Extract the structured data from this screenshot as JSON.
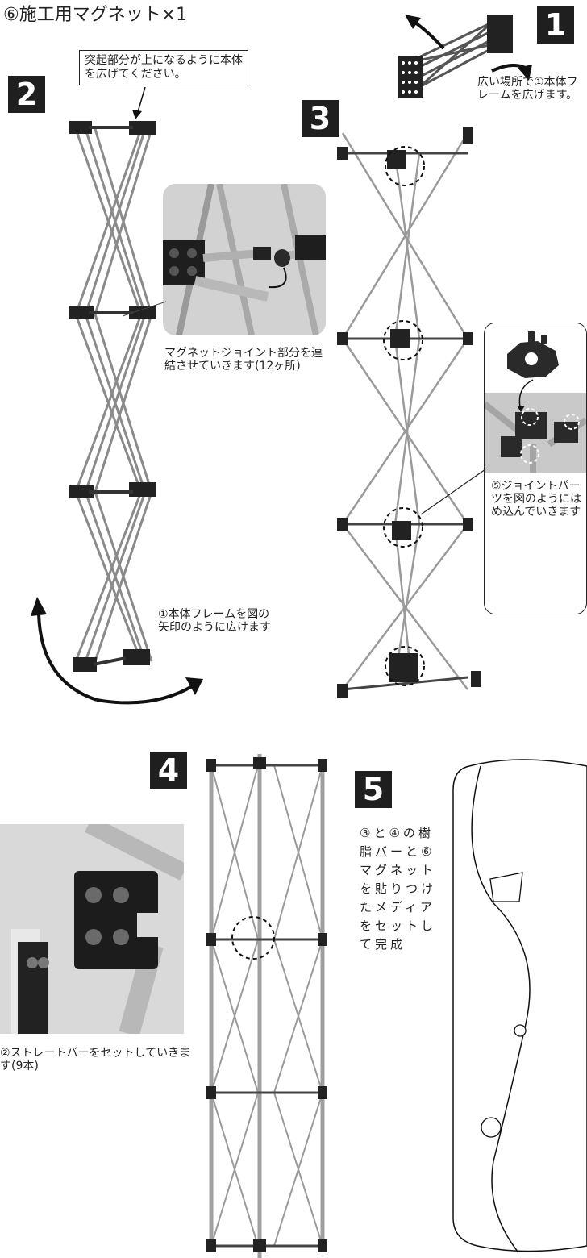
{
  "header": {
    "title": "⑥施工用マグネット×1"
  },
  "steps": {
    "s1": {
      "number": "1",
      "caption": "広い場所で①本体フレームを広げます。"
    },
    "s2": {
      "number": "2",
      "callout": "突起部分が上になるように本体を広げてください。",
      "caption_joint": "マグネットジョイント部分を連結させていきます(12ヶ所)",
      "caption_expand": "①本体フレームを図の矢印のように広けます"
    },
    "s3": {
      "number": "3",
      "caption": "⑤ジョイントパーツを図のようにはめ込んでいきます"
    },
    "s4": {
      "number": "4",
      "caption": "②ストレートバーをセットしていきます(9本)"
    },
    "s5": {
      "number": "5",
      "caption": "③と④の樹脂バーと⑥マグネットを貼りつけたメディアをセットして完成"
    }
  },
  "colors": {
    "ink": "#1f1f1f",
    "frame": "#8a8a8a",
    "photo_bg": "#cfcfcf"
  }
}
